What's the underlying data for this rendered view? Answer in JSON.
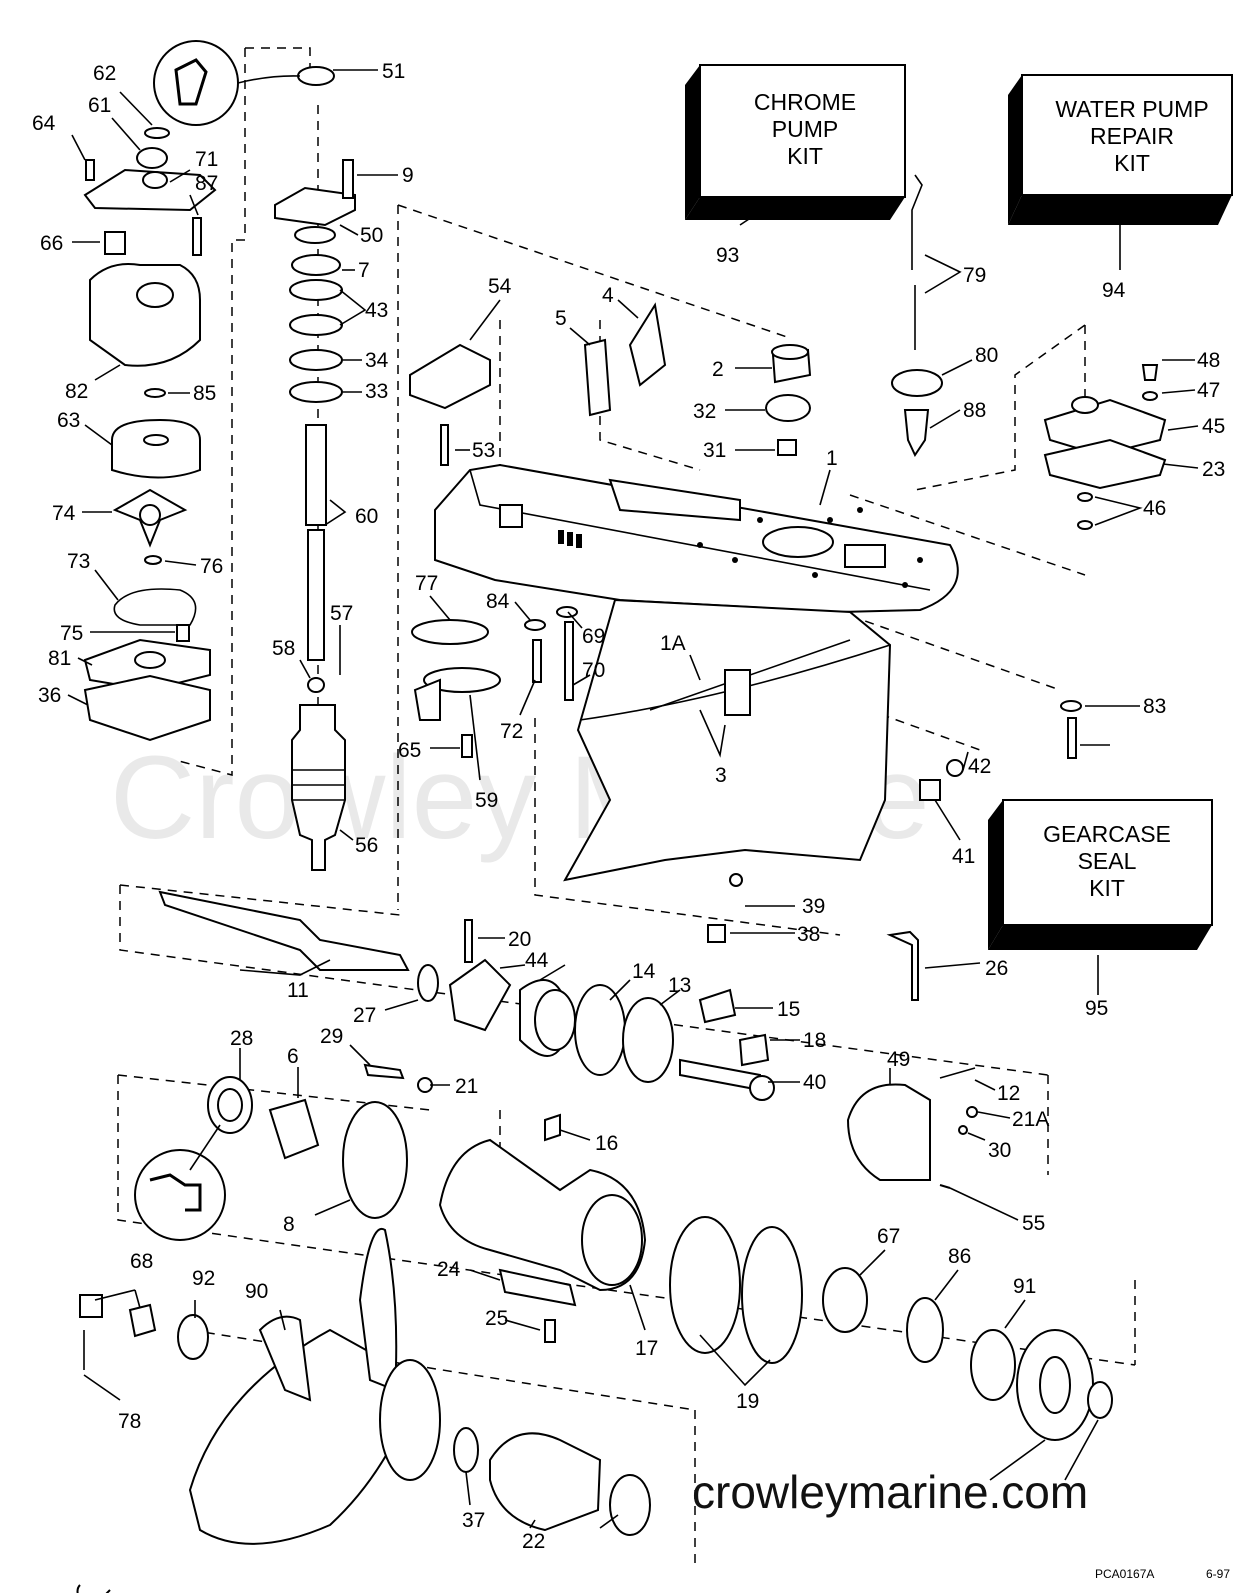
{
  "watermark": "Crowley Marine",
  "site": "crowleymarine.com",
  "drawing_code": "PCA0167A",
  "date_code": "6-97",
  "kits": {
    "chrome": {
      "lines": [
        "CHROME",
        "PUMP",
        "KIT"
      ],
      "ref": "93"
    },
    "water": {
      "lines": [
        "WATER PUMP",
        "REPAIR",
        "KIT"
      ],
      "ref": "94"
    },
    "gearcase": {
      "lines": [
        "GEARCASE",
        "SEAL",
        "KIT"
      ],
      "ref": "95"
    }
  },
  "callouts": [
    "51",
    "62",
    "61",
    "64",
    "71",
    "87",
    "9",
    "50",
    "66",
    "7",
    "43",
    "82",
    "85",
    "34",
    "33",
    "63",
    "74",
    "76",
    "73",
    "75",
    "81",
    "36",
    "60",
    "57",
    "58",
    "56",
    "54",
    "53",
    "5",
    "4",
    "2",
    "32",
    "31",
    "1",
    "80",
    "79",
    "88",
    "48",
    "47",
    "45",
    "23",
    "46",
    "77",
    "84",
    "69",
    "70",
    "72",
    "65",
    "59",
    "1A",
    "3",
    "83",
    "41",
    "42",
    "39",
    "38",
    "20",
    "44",
    "14",
    "13",
    "15",
    "18",
    "40",
    "11",
    "27",
    "26",
    "28",
    "6",
    "29",
    "21",
    "16",
    "49",
    "12",
    "21A",
    "30",
    "55",
    "8",
    "24",
    "25",
    "17",
    "19",
    "67",
    "86",
    "91",
    "68",
    "92",
    "90",
    "78",
    "37",
    "22"
  ]
}
